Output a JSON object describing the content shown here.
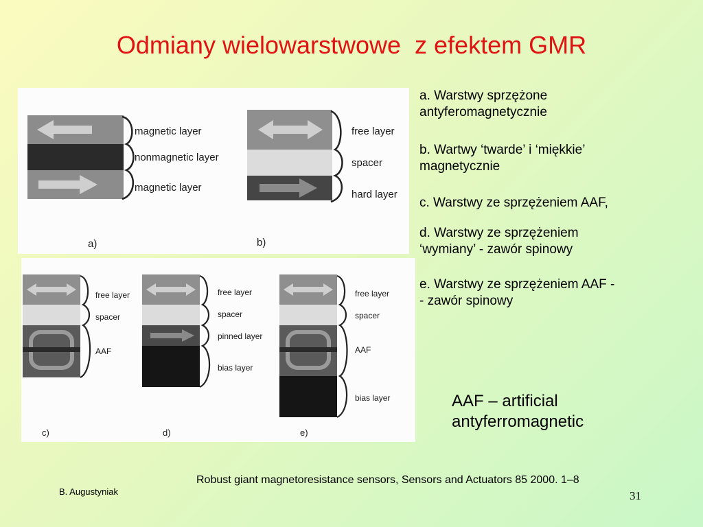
{
  "title": "Odmiany wielowarstwowe  z efektem GMR",
  "definitions": {
    "a_line1": "a. Warstwy sprzężone",
    "a_line2": "antyferomagnetycznie",
    "b_line1": "b. Wartwy ‘twarde’ i ‘miękkie’",
    "b_line2": "magnetycznie",
    "c": "c. Warstwy   ze sprzężeniem AAF,",
    "d_line1": "d. Warstwy ze sprzężeniem",
    "d_line2": "‘wymiany’  - zawór spinowy",
    "e_line1": "e. Warstwy   ze sprzężeniem AAF -",
    "e_line2": "- zawór spinowy"
  },
  "aaf_note": {
    "line1": "AAF – artificial",
    "line2": "antyferromagnetic"
  },
  "reference": "Robust giant magnetoresistance sensors, Sensors and Actuators 85 2000. 1–8",
  "author": "B. Augustyniak",
  "page_number": "31",
  "figure": {
    "a": {
      "label": "a)",
      "layers": [
        "magnetic layer",
        "nonmagnetic layer",
        "magnetic layer"
      ]
    },
    "b": {
      "label": "b)",
      "layers": [
        "free layer",
        "spacer",
        "hard layer"
      ]
    },
    "c": {
      "label": "c)",
      "layers": [
        "free layer",
        "spacer",
        "AAF"
      ]
    },
    "d": {
      "label": "d)",
      "layers": [
        "free layer",
        "spacer",
        "pinned layer",
        "bias layer"
      ]
    },
    "e": {
      "label": "e)",
      "layers": [
        "free layer",
        "spacer",
        "AAF",
        "bias layer"
      ]
    }
  }
}
